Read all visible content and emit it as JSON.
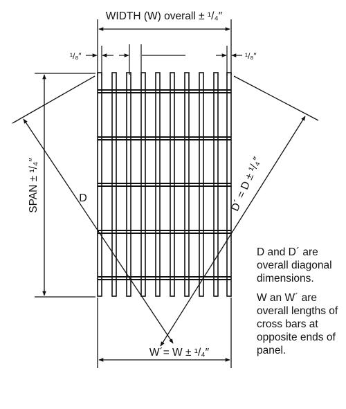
{
  "labels": {
    "width": "WIDTH (W) overall ± ¹/₄″",
    "eighth_left": "¹/₈″",
    "eighth_right": "¹/₈″",
    "span": "SPAN ± ¹/₄″",
    "diagonal_d": "D",
    "diagonal_d_prime": "D´ = D ± ¹/₄″",
    "w_prime": "W´= W ± ¹/₄″"
  },
  "notes": {
    "diagonals": "D and D´ are overall diagonal dimensions.",
    "cross_bars": "W an W´ are overall lengths of cross bars at opposite ends of panel."
  },
  "colors": {
    "ink": "#111111",
    "background": "#ffffff"
  }
}
